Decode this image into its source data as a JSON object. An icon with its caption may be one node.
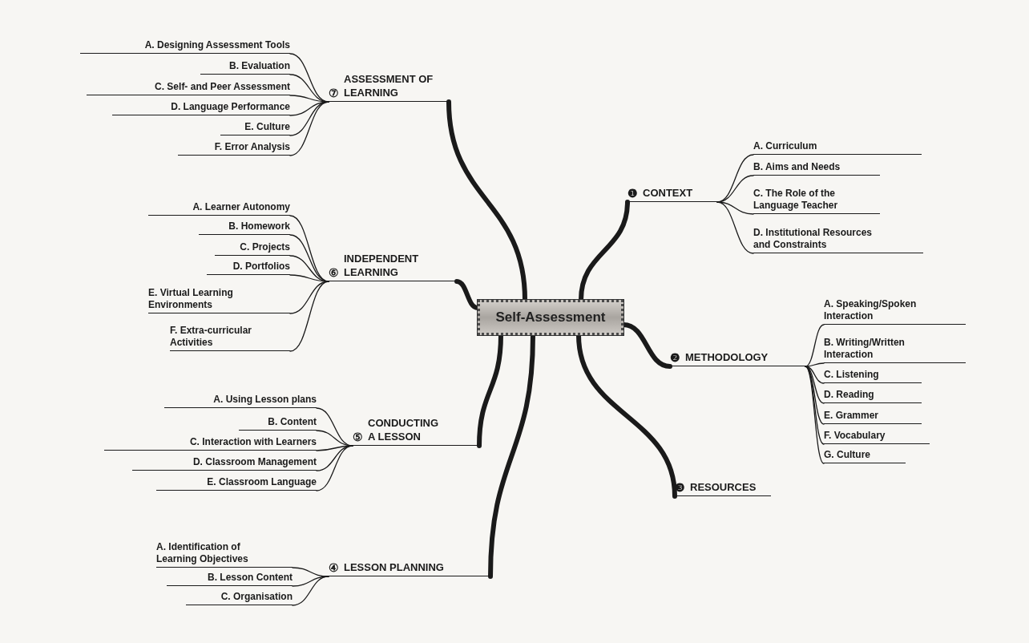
{
  "diagram": {
    "nodes": [
      {
        "text": [
          "Self-Assessment"
        ]
      },
      {
        "text": [
          "⑦",
          "ASSESSMENT OF LEARNING"
        ]
      },
      {
        "text": [
          "A. Designing Assessment Tools"
        ]
      },
      {
        "text": [
          "B. Evaluation"
        ]
      },
      {
        "text": [
          "C. Self- and Peer Assessment"
        ]
      },
      {
        "text": [
          "D. Language Performance"
        ]
      },
      {
        "text": [
          "E. Culture"
        ]
      },
      {
        "text": [
          "F. Error Analysis"
        ]
      },
      {
        "text": [
          "⑥",
          "INDEPENDENT LEARNING"
        ]
      },
      {
        "text": [
          "A. Learner Autonomy"
        ]
      },
      {
        "text": [
          "B. Homework"
        ]
      },
      {
        "text": [
          "C. Projects"
        ]
      },
      {
        "text": [
          "D. Portfolios"
        ]
      },
      {
        "text": [
          "E. Virtual Learning Environments"
        ]
      },
      {
        "text": [
          "F. Extra-curricular Activities"
        ]
      },
      {
        "text": [
          "⑤",
          "CONDUCTING A LESSON"
        ]
      },
      {
        "text": [
          "A. Using Lesson plans"
        ]
      },
      {
        "text": [
          "B. Content"
        ]
      },
      {
        "text": [
          "C. Interaction with Learners"
        ]
      },
      {
        "text": [
          "D. Classroom Management"
        ]
      },
      {
        "text": [
          "E. Classroom Language"
        ]
      },
      {
        "text": [
          "④",
          "LESSON PLANNING"
        ]
      },
      {
        "text": [
          "A. Identification of Learning Objectives"
        ]
      },
      {
        "text": [
          "B. Lesson Content"
        ]
      },
      {
        "text": [
          "C. Organisation"
        ]
      },
      {
        "text": [
          "❶",
          "CONTEXT"
        ]
      },
      {
        "text": [
          "A. Curriculum"
        ]
      },
      {
        "text": [
          "B. Aims and Needs"
        ]
      },
      {
        "text": [
          "C. The Role of the Language Teacher"
        ]
      },
      {
        "text": [
          "D. Institutional Resources and Constraints"
        ]
      },
      {
        "text": [
          "❷",
          "METHODOLOGY"
        ]
      },
      {
        "text": [
          "A. Speaking/Spoken Interaction"
        ]
      },
      {
        "text": [
          "B. Writing/Written Interaction"
        ]
      },
      {
        "text": [
          "C. Listening"
        ]
      },
      {
        "text": [
          "D. Reading"
        ]
      },
      {
        "text": [
          "E. Grammer"
        ]
      },
      {
        "text": [
          "F. Vocabulary"
        ]
      },
      {
        "text": [
          "G. Culture"
        ]
      },
      {
        "text": [
          "❸",
          "RESOURCES"
        ]
      }
    ],
    "edges": [
      {
        "from": 0,
        "to": 1,
        "arrow": "none",
        "style": "thick"
      },
      {
        "from": 1,
        "to": 2,
        "arrow": "none"
      },
      {
        "from": 1,
        "to": 3,
        "arrow": "none"
      },
      {
        "from": 1,
        "to": 4,
        "arrow": "none"
      },
      {
        "from": 1,
        "to": 5,
        "arrow": "none"
      },
      {
        "from": 1,
        "to": 6,
        "arrow": "none"
      },
      {
        "from": 1,
        "to": 7,
        "arrow": "none"
      },
      {
        "from": 0,
        "to": 8,
        "arrow": "none",
        "style": "thick"
      },
      {
        "from": 8,
        "to": 9,
        "arrow": "none"
      },
      {
        "from": 8,
        "to": 10,
        "arrow": "none"
      },
      {
        "from": 8,
        "to": 11,
        "arrow": "none"
      },
      {
        "from": 8,
        "to": 12,
        "arrow": "none"
      },
      {
        "from": 8,
        "to": 13,
        "arrow": "none"
      },
      {
        "from": 8,
        "to": 14,
        "arrow": "none"
      },
      {
        "from": 0,
        "to": 15,
        "arrow": "none",
        "style": "thick"
      },
      {
        "from": 15,
        "to": 16,
        "arrow": "none"
      },
      {
        "from": 15,
        "to": 17,
        "arrow": "none"
      },
      {
        "from": 15,
        "to": 18,
        "arrow": "none"
      },
      {
        "from": 15,
        "to": 19,
        "arrow": "none"
      },
      {
        "from": 15,
        "to": 20,
        "arrow": "none"
      },
      {
        "from": 0,
        "to": 21,
        "arrow": "none",
        "style": "thick"
      },
      {
        "from": 21,
        "to": 22,
        "arrow": "none"
      },
      {
        "from": 21,
        "to": 23,
        "arrow": "none"
      },
      {
        "from": 21,
        "to": 24,
        "arrow": "none"
      },
      {
        "from": 0,
        "to": 25,
        "arrow": "none",
        "style": "thick"
      },
      {
        "from": 25,
        "to": 26,
        "arrow": "none"
      },
      {
        "from": 25,
        "to": 27,
        "arrow": "none"
      },
      {
        "from": 25,
        "to": 28,
        "arrow": "none"
      },
      {
        "from": 25,
        "to": 29,
        "arrow": "none"
      },
      {
        "from": 0,
        "to": 30,
        "arrow": "none",
        "style": "thick"
      },
      {
        "from": 30,
        "to": 31,
        "arrow": "none"
      },
      {
        "from": 30,
        "to": 32,
        "arrow": "none"
      },
      {
        "from": 30,
        "to": 33,
        "arrow": "none"
      },
      {
        "from": 30,
        "to": 34,
        "arrow": "none"
      },
      {
        "from": 30,
        "to": 35,
        "arrow": "none"
      },
      {
        "from": 30,
        "to": 36,
        "arrow": "none"
      },
      {
        "from": 30,
        "to": 37,
        "arrow": "none"
      },
      {
        "from": 0,
        "to": 38,
        "arrow": "none",
        "style": "thick"
      }
    ]
  }
}
